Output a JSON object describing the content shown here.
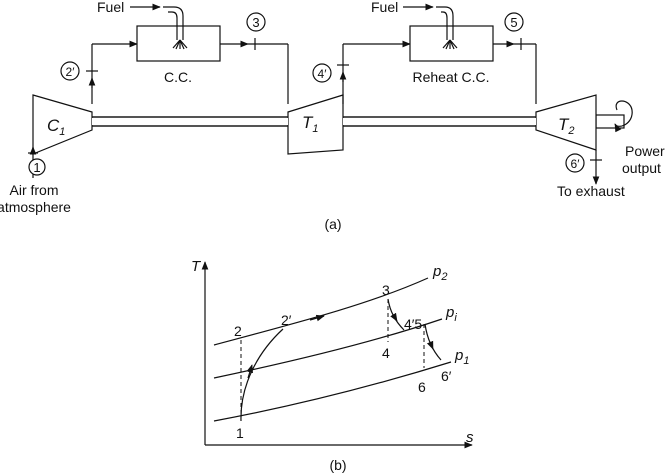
{
  "part_a": {
    "fuel_label_1": "Fuel",
    "fuel_label_2": "Fuel",
    "cc_label": "C.C.",
    "reheat_label": "Reheat C.C.",
    "compressor_label": "C",
    "compressor_sub": "1",
    "turbine1_label": "T",
    "turbine1_sub": "1",
    "turbine2_label": "T",
    "turbine2_sub": "2",
    "state_1": "1",
    "state_2p": "2′",
    "state_3": "3",
    "state_4p": "4′",
    "state_5": "5",
    "state_6p": "6′",
    "air_from_line1": "Air from",
    "air_from_line2": "atmosphere",
    "power_line1": "Power",
    "power_line2": "output",
    "exhaust": "To exhaust",
    "caption": "(a)"
  },
  "part_b": {
    "axis_y": "T",
    "axis_x": "s",
    "p2_main": "p",
    "p2_sub": "2",
    "pi_main": "p",
    "pi_sub": "i",
    "p1_main": "p",
    "p1_sub": "1",
    "pt_1": "1",
    "pt_2": "2",
    "pt_2p": "2′",
    "pt_3": "3",
    "pt_4": "4",
    "pt_4p5": "4′5",
    "pt_6": "6",
    "pt_6p": "6′",
    "caption": "(b)"
  }
}
